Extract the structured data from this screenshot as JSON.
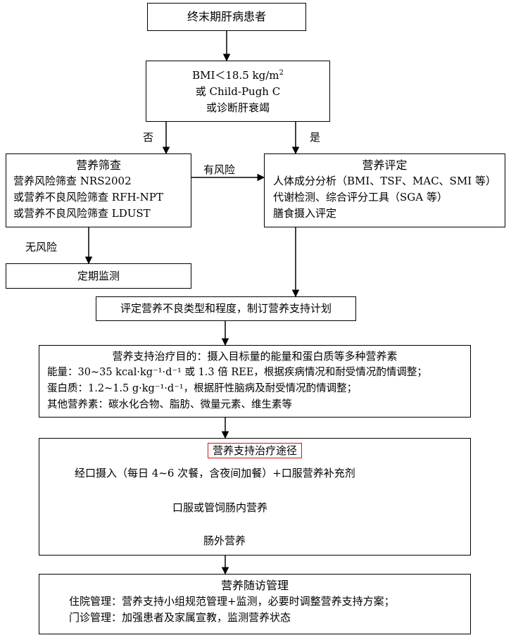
{
  "start": {
    "text": "终末期肝病患者"
  },
  "criteria": {
    "line1": "BMI＜18.5 kg/m",
    "line1_sup": "2",
    "line2": "或 Child-Pugh C",
    "line3": "或诊断肝衰竭"
  },
  "labels": {
    "no": "否",
    "yes": "是",
    "risk": "有风险",
    "no_risk": "无风险"
  },
  "screening": {
    "title": "营养筛查",
    "lines": [
      "营养风险筛查 NRS2002",
      "或营养不良风险筛查 RFH-NPT",
      "或营养不良风险筛查 LDUST"
    ]
  },
  "assessment": {
    "title": "营养评定",
    "lines": [
      "人体成分分析（BMI、TSF、MAC、SMI 等）",
      "代谢检测、综合评分工具（SGA 等）",
      "膳食摄入评定"
    ]
  },
  "monitor": {
    "text": "定期监测"
  },
  "plan": {
    "text": "评定营养不良类型和程度，制订营养支持计划"
  },
  "goals": {
    "title": "营养支持治疗目的：摄入目标量的能量和蛋白质等多种营养素",
    "energy": "能量：30~35 kcal·kg⁻¹·d⁻¹ 或 1.3 倍 REE，根据疾病情况和耐受情况酌情调整；",
    "protein": "蛋白质：1.2~1.5 g·kg⁻¹·d⁻¹，根据肝性脑病及耐受情况酌情调整；",
    "other": "其他营养素：碳水化合物、脂肪、微量元素、维生素等"
  },
  "route": {
    "title": "营养支持治疗途径",
    "step1": "经口摄入（每日 4~6 次餐，含夜间加餐）+口服营养补充剂",
    "step2": "口服或管饲肠内营养",
    "step3": "肠外营养"
  },
  "followup": {
    "title": "营养随访管理",
    "lines": [
      "住院管理：营养支持小组规范管理+监测，必要时调整营养支持方案；",
      "门诊管理：加强患者及家属宣教，监测营养状态"
    ]
  }
}
